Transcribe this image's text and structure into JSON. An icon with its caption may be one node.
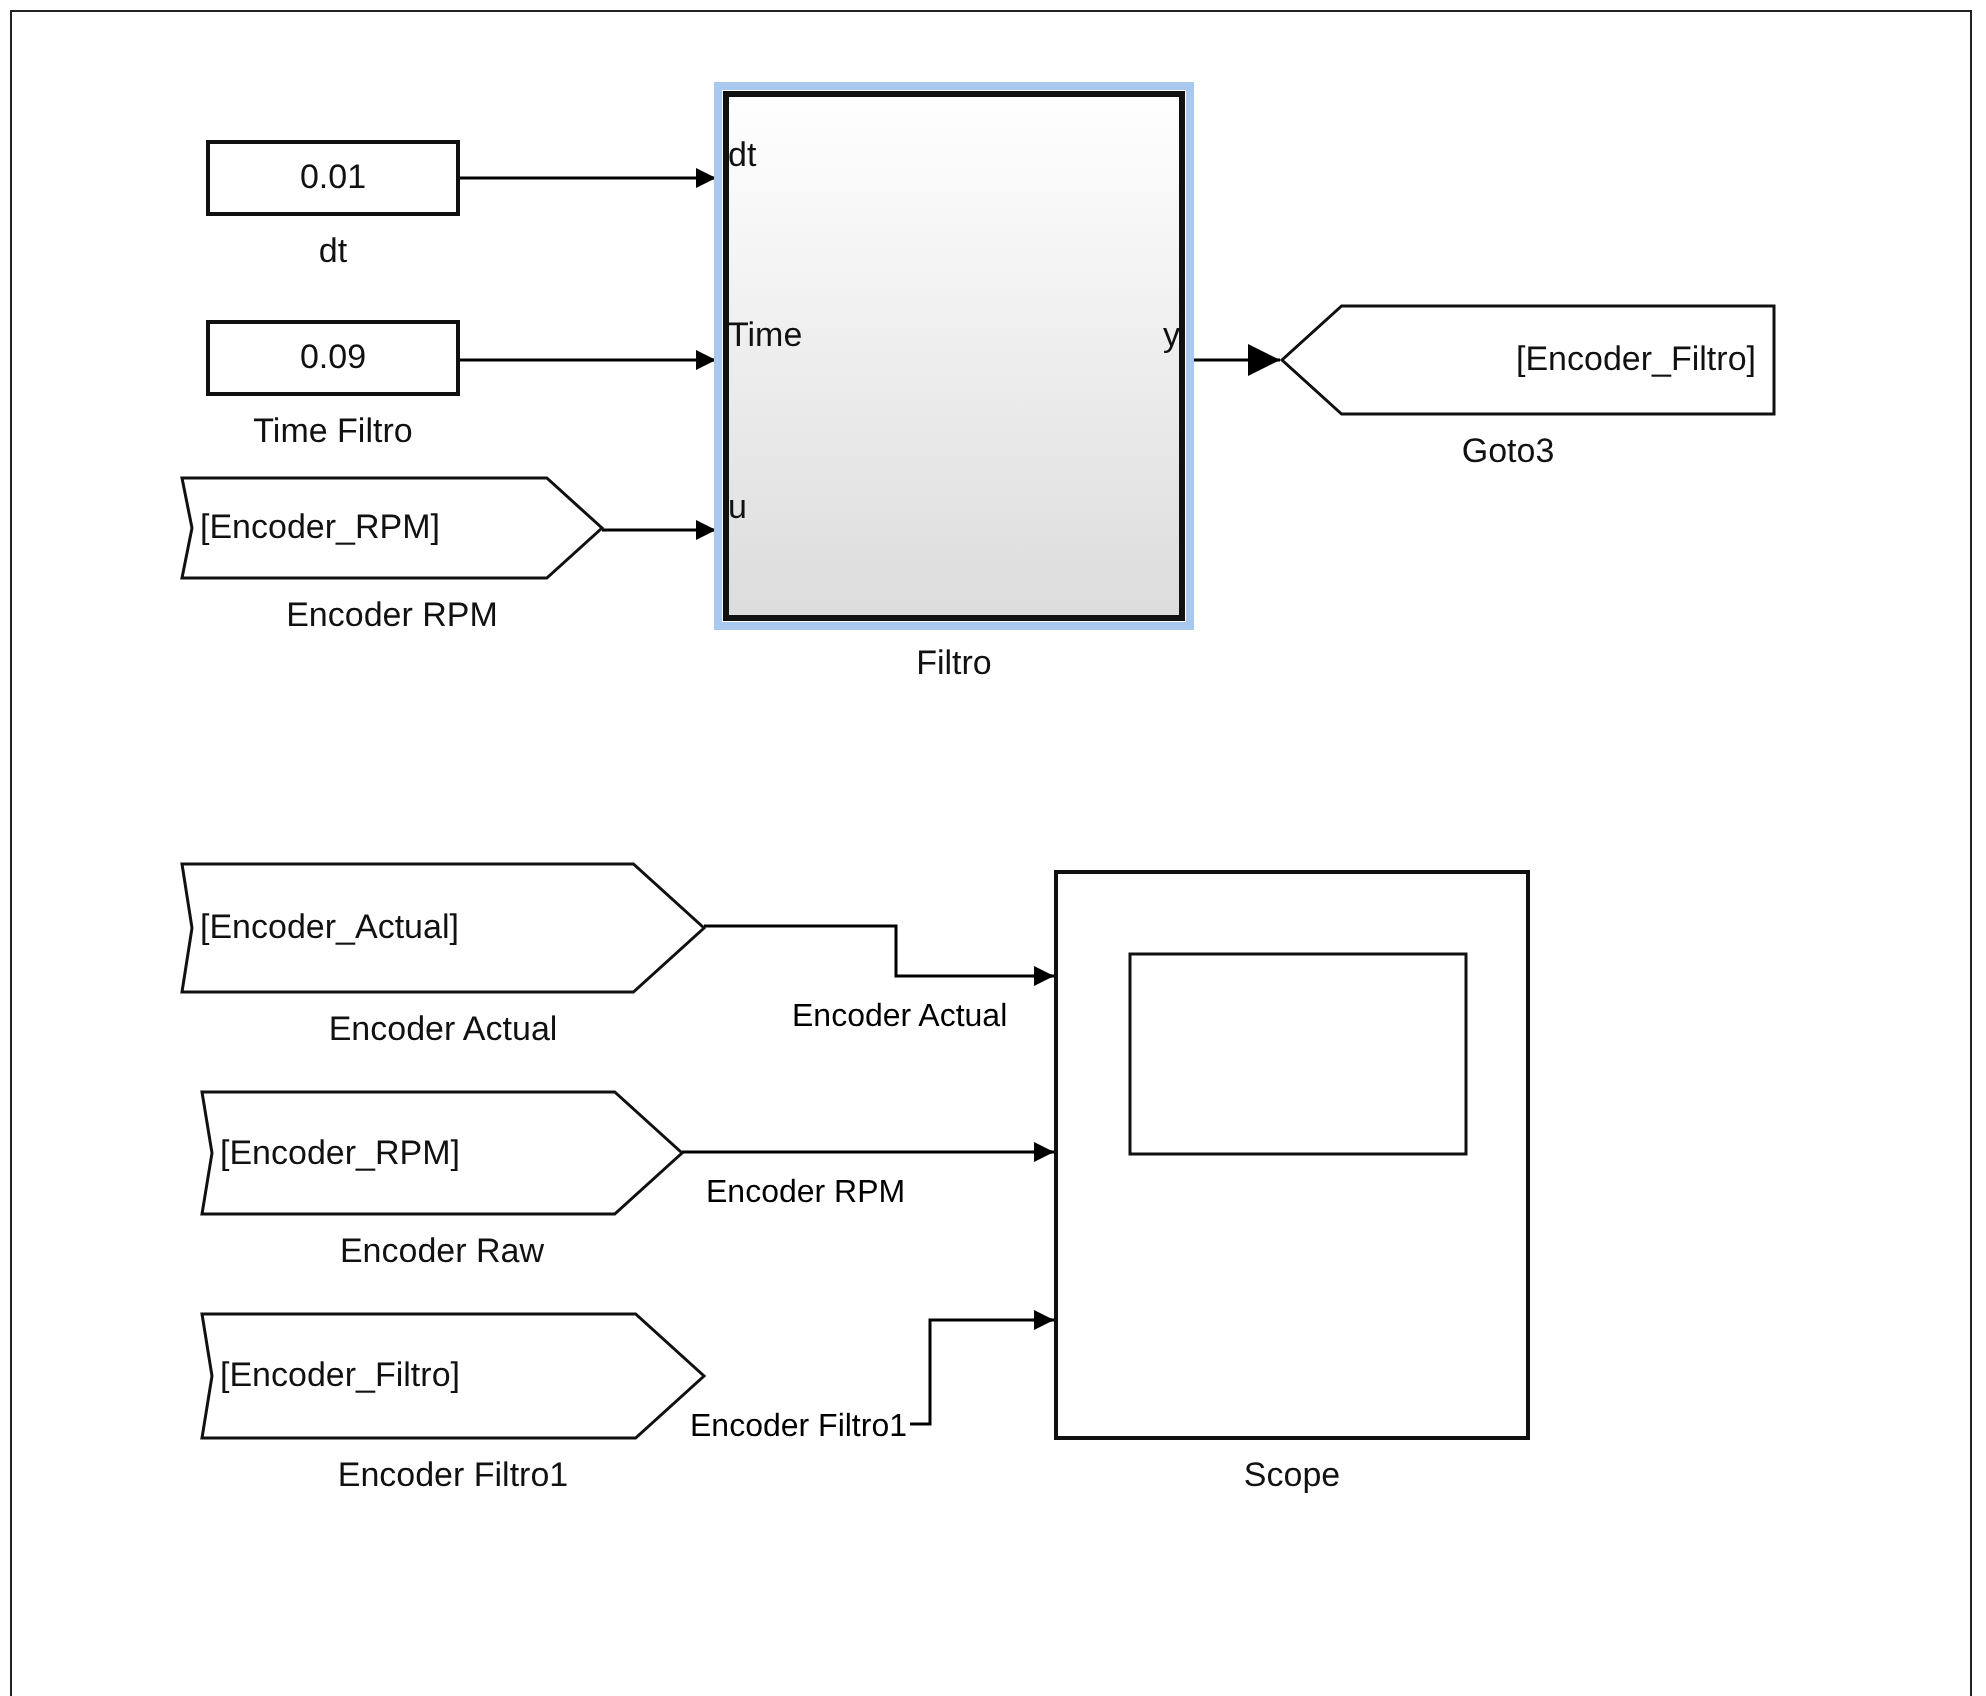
{
  "diagram": {
    "nodes": [
      {
        "text": [
          "0.01"
        ],
        "beside": [
          "dt"
        ]
      },
      {
        "text": [
          "0.09"
        ],
        "beside": [
          "Time Filtro"
        ]
      },
      {
        "text": [
          "[Encoder_RPM]"
        ],
        "beside": [
          "Encoder RPM"
        ]
      },
      {
        "text": [
          "dt",
          "Time",
          "u",
          "y"
        ],
        "beside": [
          "Filtro"
        ]
      },
      {
        "text": [
          "[Encoder_Filtro]"
        ],
        "beside": [
          "Goto3"
        ]
      },
      {
        "text": [
          "[Encoder_Actual]"
        ],
        "beside": [
          "Encoder Actual"
        ]
      },
      {
        "text": [
          "[Encoder_RPM]"
        ],
        "beside": [
          "Encoder Raw"
        ]
      },
      {
        "text": [
          "[Encoder_Filtro]"
        ],
        "beside": [
          "Encoder Filtro1"
        ]
      },
      {
        "text": [],
        "shape": "box",
        "beside": [
          "Scope"
        ]
      }
    ],
    "edges": [
      {
        "from": 0,
        "to": 3,
        "arrow": "to"
      },
      {
        "from": 1,
        "to": 3,
        "arrow": "to"
      },
      {
        "from": 2,
        "to": 3,
        "arrow": "to"
      },
      {
        "from": 3,
        "to": 4,
        "arrow": "to"
      },
      {
        "from": 5,
        "to": 8,
        "arrow": "to",
        "label": "Encoder Actual"
      },
      {
        "from": 6,
        "to": 8,
        "arrow": "to",
        "label": "Encoder RPM"
      },
      {
        "from": 7,
        "to": 8,
        "arrow": "to",
        "label": "Encoder Filtro1"
      }
    ]
  }
}
